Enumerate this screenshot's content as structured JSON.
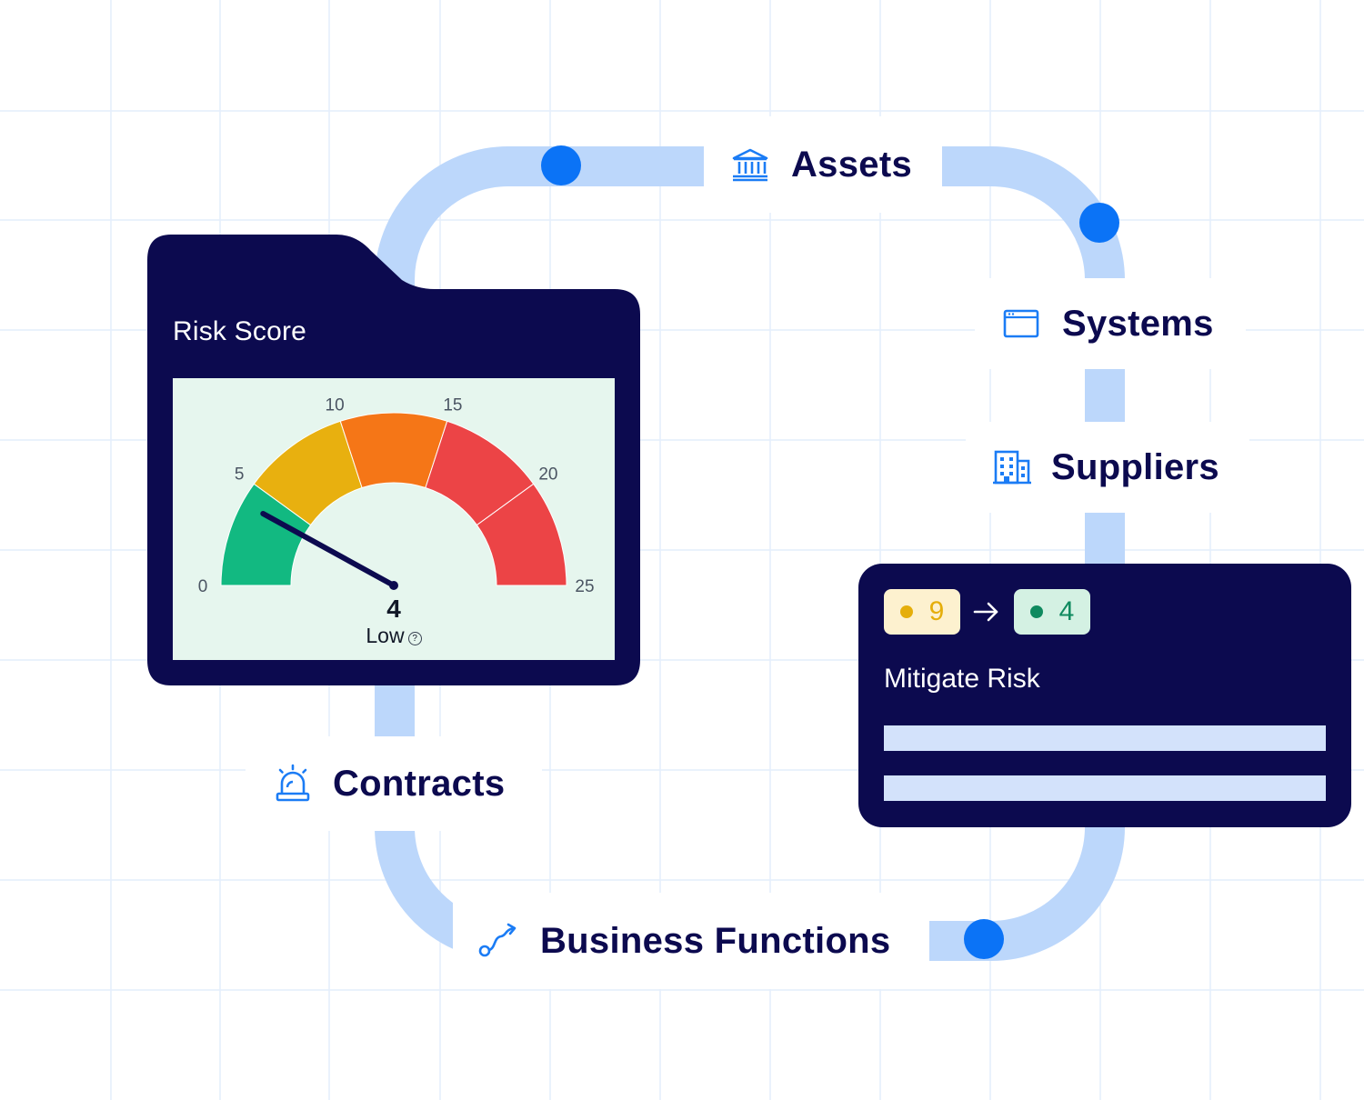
{
  "colors": {
    "track": "#bcd7fb",
    "node": "#0b73f6",
    "navy": "#0c0a4f",
    "icon": "#1b7cf5",
    "gauge_panel": "#e6f6ee"
  },
  "track_labels": {
    "assets": {
      "label": "Assets",
      "icon": "bank-icon"
    },
    "systems": {
      "label": "Systems",
      "icon": "window-icon"
    },
    "suppliers": {
      "label": "Suppliers",
      "icon": "building-icon"
    },
    "contracts": {
      "label": "Contracts",
      "icon": "alarm-icon"
    },
    "business_functions": {
      "label": "Business Functions",
      "icon": "route-icon"
    }
  },
  "risk_card": {
    "title": "Risk Score",
    "value": "4",
    "status": "Low",
    "help_icon": "help-icon"
  },
  "chart_data": {
    "type": "gauge",
    "min": 0,
    "max": 25,
    "value": 4,
    "ticks": [
      0,
      5,
      10,
      15,
      20,
      25
    ],
    "bands": [
      {
        "from": 0,
        "to": 5,
        "color": "#12b981"
      },
      {
        "from": 5,
        "to": 10,
        "color": "#e8b00f"
      },
      {
        "from": 10,
        "to": 15,
        "color": "#f57617"
      },
      {
        "from": 15,
        "to": 20,
        "color": "#ec4446"
      },
      {
        "from": 20,
        "to": 25,
        "color": "#ec4446"
      }
    ]
  },
  "mitigate_card": {
    "before_value": "9",
    "after_value": "4",
    "title": "Mitigate Risk",
    "before_color": "#e5ae0b",
    "after_color": "#0f8a5f"
  }
}
